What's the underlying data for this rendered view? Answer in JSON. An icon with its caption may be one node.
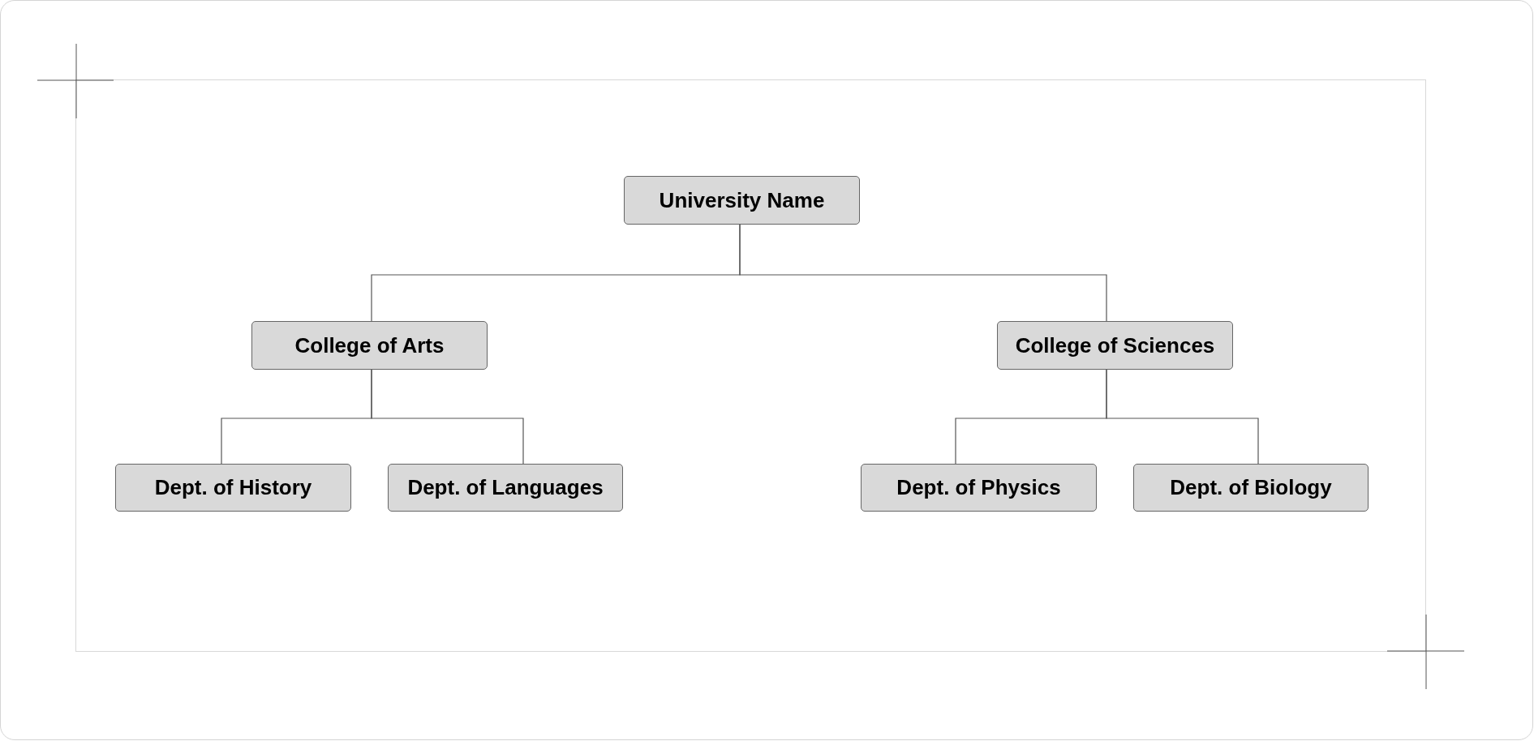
{
  "diagram": {
    "nodes": [
      {
        "text": [
          "University Name"
        ]
      },
      {
        "text": [
          "College of Arts"
        ]
      },
      {
        "text": [
          "College of Sciences"
        ]
      },
      {
        "text": [
          "Dept. of History"
        ]
      },
      {
        "text": [
          "Dept. of Languages"
        ]
      },
      {
        "text": [
          "Dept. of Physics"
        ]
      },
      {
        "text": [
          "Dept. of Biology"
        ]
      }
    ],
    "edges": [
      {
        "from": 0,
        "to": 1,
        "arrow": "none"
      },
      {
        "from": 0,
        "to": 2,
        "arrow": "none"
      },
      {
        "from": 1,
        "to": 3,
        "arrow": "none"
      },
      {
        "from": 1,
        "to": 4,
        "arrow": "none"
      },
      {
        "from": 2,
        "to": 5,
        "arrow": "none"
      },
      {
        "from": 2,
        "to": 6,
        "arrow": "none"
      }
    ]
  }
}
